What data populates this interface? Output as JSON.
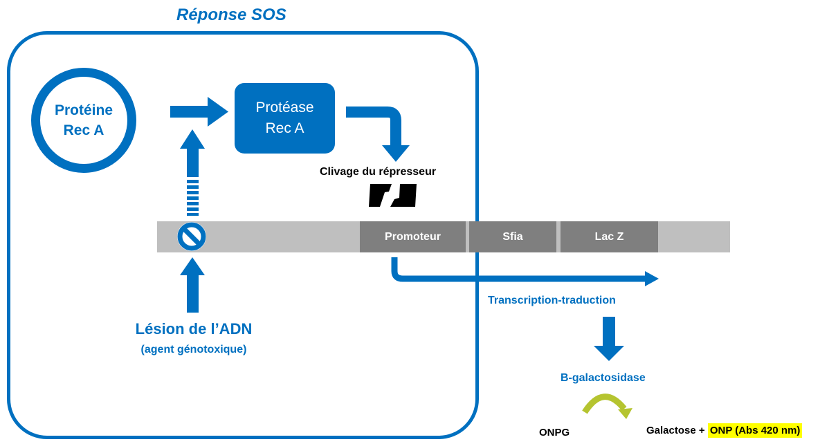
{
  "title": "Réponse SOS",
  "recA_protein": {
    "line1": "Protéine",
    "line2": "Rec A"
  },
  "recA_protease": {
    "line1": "Protéase",
    "line2": "Rec A"
  },
  "cleavage_label": "Clivage du répresseur",
  "dna_segments": {
    "promoter": "Promoteur",
    "gene1": "Sfia",
    "gene2": "Lac Z"
  },
  "lesion": {
    "label": "Lésion de l’ADN",
    "sublabel": "(agent génotoxique)"
  },
  "transcription_label": "Transcription-traduction",
  "enzyme_label": "B-galactosidase",
  "substrate_label": "ONPG",
  "products": {
    "prefix": "Galactose + ",
    "highlight": "ONP (Abs 420 nm)"
  },
  "colors": {
    "primary_blue": "#0070C0",
    "dna_light": "#BFBFBF",
    "dna_dark": "#7F7F7F",
    "highlight": "#FFFF00",
    "reaction_arrow": "#B5C430"
  },
  "icons": [
    "block-icon",
    "lightning-break-icon",
    "curved-reaction-arrow-icon"
  ]
}
